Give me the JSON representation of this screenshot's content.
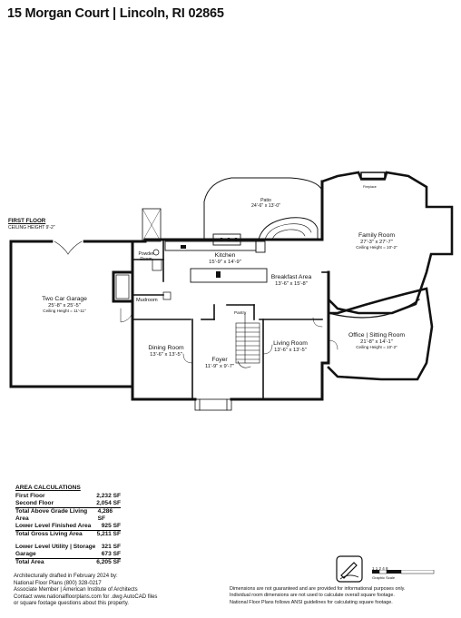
{
  "title": "15 Morgan Court | Lincoln, RI 02865",
  "floor": {
    "label": "FIRST FLOOR",
    "ceiling": "CEILING HEIGHT 9'-2\""
  },
  "rooms": {
    "garage": {
      "name": "Two Car Garage",
      "dims": "25'-8\" x 25'-5\"",
      "ceiling": "Ceiling Height = 11'-11\""
    },
    "patio": {
      "name": "Patio",
      "dims": "24'-6\" x 13'-0\""
    },
    "family": {
      "name": "Family Room",
      "dims": "27'-3\" x 27'-7\"",
      "ceiling": "Ceiling Height = 10'-2\""
    },
    "kitchen": {
      "name": "Kitchen",
      "dims": "15'-9\" x 14'-9\""
    },
    "breakfast": {
      "name": "Breakfast Area",
      "dims": "13'-6\" x 15'-8\""
    },
    "powder": {
      "name": "Powder Room"
    },
    "mudroom": {
      "name": "Mudroom"
    },
    "pantry": {
      "name": "Pantry"
    },
    "dining": {
      "name": "Dining Room",
      "dims": "13'-6\" x 13'-5\""
    },
    "foyer": {
      "name": "Foyer",
      "dims": "11'-9\" x 9'-7\""
    },
    "living": {
      "name": "Living Room",
      "dims": "13'-6\" x 13'-5\""
    },
    "office": {
      "name": "Office | Sitting Room",
      "dims": "21'-8\" x 14'-1\"",
      "ceiling": "Ceiling Height = 10'-2\""
    },
    "fireplace": {
      "name": "Fireplace"
    }
  },
  "area": {
    "title": "AREA CALCULATIONS",
    "rows": [
      {
        "label": "First Floor",
        "value": "2,232 SF"
      },
      {
        "label": "Second Floor",
        "value": "2,054 SF"
      },
      {
        "label": "Total Above Grade Living Area",
        "value": "4,286 SF"
      },
      {
        "label": "Lower Level Finished Area",
        "value": "925 SF"
      },
      {
        "label": "Total Gross Living Area",
        "value": "5,211 SF"
      },
      {
        "label": "Lower Level Utility | Storage",
        "value": "321 SF"
      },
      {
        "label": "Garage",
        "value": "673 SF"
      },
      {
        "label": "Total Area",
        "value": "6,205 SF"
      }
    ]
  },
  "footer": {
    "left": [
      "Architecturally drafted in February 2024 by:",
      "National Floor Plans   (800) 328-0217",
      "Associate Member | American Institute of Architects",
      "Contact www.nationalfloorplans.com for .dwg AutoCAD files",
      "or square footage questions about this property."
    ],
    "right": [
      "Dimensions are not guaranteed and are provided for informational purposes only.",
      "Individual room dimensions are not used to calculate overall square footage.",
      "National Floor Plans follows ANSI guidelines for calculating square footage."
    ]
  },
  "scale": {
    "ticks": "1  1 2    4         8",
    "label": "Graphic Scale"
  }
}
